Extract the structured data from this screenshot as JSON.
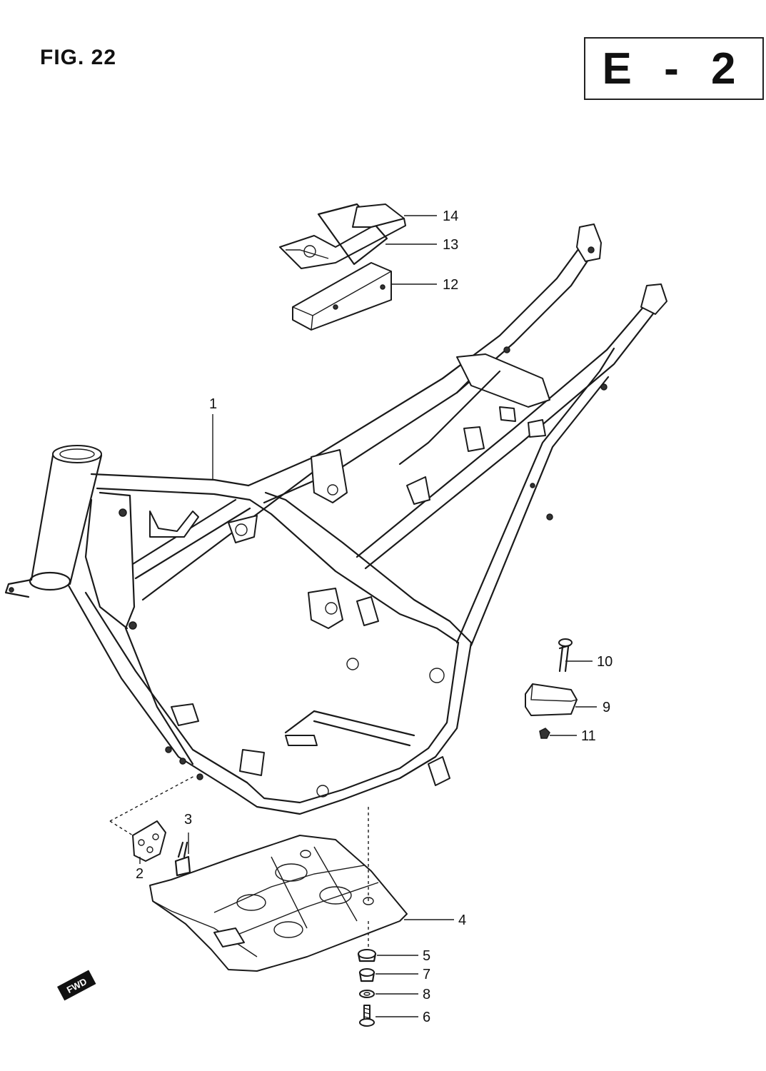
{
  "figure_label": "FIG. 22",
  "section_code": "E - 2",
  "direction_tag": "FWD",
  "callouts": [
    {
      "id": "c1",
      "text": "1"
    },
    {
      "id": "c2",
      "text": "2"
    },
    {
      "id": "c3",
      "text": "3"
    },
    {
      "id": "c4",
      "text": "4"
    },
    {
      "id": "c5",
      "text": "5"
    },
    {
      "id": "c6",
      "text": "6"
    },
    {
      "id": "c7",
      "text": "7"
    },
    {
      "id": "c8",
      "text": "8"
    },
    {
      "id": "c9",
      "text": "9"
    },
    {
      "id": "c10",
      "text": "10"
    },
    {
      "id": "c11",
      "text": "11"
    },
    {
      "id": "c12",
      "text": "12"
    },
    {
      "id": "c13",
      "text": "13"
    },
    {
      "id": "c14",
      "text": "14"
    }
  ]
}
